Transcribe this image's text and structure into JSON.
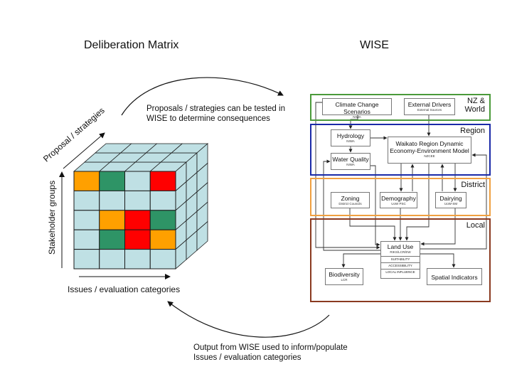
{
  "titles": {
    "left": "Deliberation Matrix",
    "right": "WISE"
  },
  "matrix": {
    "axis_proposal": "Proposal / strategies",
    "axis_stakeholder": "Stakeholder groups",
    "axis_issues": "Issues / evaluation categories",
    "colors": {
      "empty": "#bfe0e4",
      "orange": "#ffa000",
      "green": "#2e9466",
      "red": "#ff0000",
      "grid": "#1a1a1a"
    },
    "front_face_rows": [
      [
        "orange",
        "green",
        "empty",
        "red"
      ],
      [
        "empty",
        "empty",
        "empty",
        "empty"
      ],
      [
        "empty",
        "orange",
        "red",
        "green"
      ],
      [
        "empty",
        "green",
        "red",
        "orange"
      ],
      [
        "empty",
        "empty",
        "empty",
        "empty"
      ]
    ],
    "depth_cells": 3
  },
  "captions": {
    "top_line1": "Proposals / strategies can be tested in",
    "top_line2": "WISE to determine consequences",
    "bottom_line1": "Output from WISE used to inform/populate",
    "bottom_line2": "Issues / evaluation categories"
  },
  "wise": {
    "zones": [
      {
        "id": "nz-world",
        "label_line1": "NZ &",
        "label_line2": "World",
        "color": "#4a9a3a"
      },
      {
        "id": "region",
        "label_line1": "Region",
        "label_line2": "",
        "color": "#1a2aa8"
      },
      {
        "id": "district",
        "label_line1": "District",
        "label_line2": "",
        "color": "#f0a040"
      },
      {
        "id": "local",
        "label_line1": "Local",
        "label_line2": "",
        "color": "#8a3a20"
      }
    ],
    "nodes": {
      "climate": {
        "title": "Climate Change Scenarios",
        "sub": "NIWA"
      },
      "external": {
        "title": "External Drivers",
        "sub": "External Sources"
      },
      "hydrology": {
        "title": "Hydrology",
        "sub": "NIWA"
      },
      "water_quality": {
        "title": "Water Quality",
        "sub": "NIWA"
      },
      "waikato_line1": "Waikato Region Dynamic",
      "waikato_line2": "Economy-Environment Model",
      "waikato_sub": "NZCEE",
      "zoning": {
        "title": "Zoning",
        "sub": "District Councils"
      },
      "demography": {
        "title": "Demography",
        "sub": "UoW PSC"
      },
      "dairying": {
        "title": "Dairying",
        "sub": "UoW-SM"
      },
      "land_use": {
        "title": "Land Use",
        "sub": "RIKS/LCR/EW"
      },
      "land_use_rows": [
        "SUITABILITY",
        "ACCESSIBILITY",
        "LOCAL INFLUENCE"
      ],
      "biodiversity": {
        "title": "Biodiversity",
        "sub": "LCR"
      },
      "spatial": {
        "title": "Spatial Indicators",
        "sub": ""
      }
    }
  }
}
